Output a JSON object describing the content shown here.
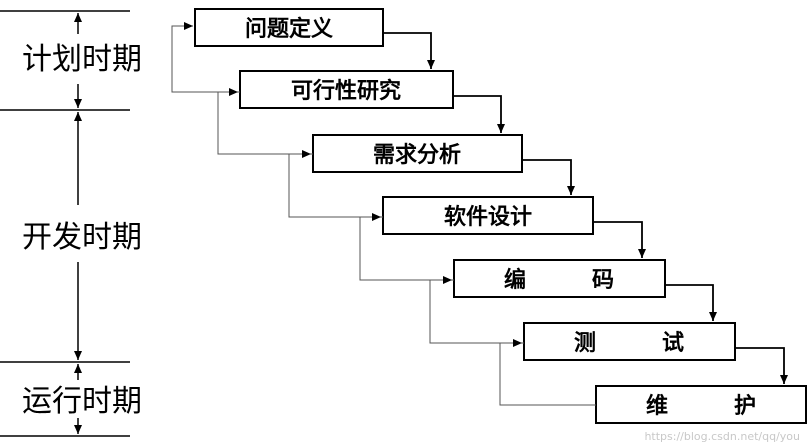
{
  "periods": [
    {
      "id": "plan",
      "label": "计划时期"
    },
    {
      "id": "dev",
      "label": "开发时期"
    },
    {
      "id": "run",
      "label": "运行时期"
    }
  ],
  "stages": [
    {
      "id": "problem-definition",
      "label": "问题定义"
    },
    {
      "id": "feasibility-study",
      "label": "可行性研究"
    },
    {
      "id": "requirements-analysis",
      "label": "需求分析"
    },
    {
      "id": "software-design",
      "label": "软件设计"
    },
    {
      "id": "coding",
      "label": "编　　　码"
    },
    {
      "id": "testing",
      "label": "测　　　试"
    },
    {
      "id": "maintenance",
      "label": "维　　　护"
    }
  ],
  "watermark": "https://blog.csdn.net/qq/you"
}
